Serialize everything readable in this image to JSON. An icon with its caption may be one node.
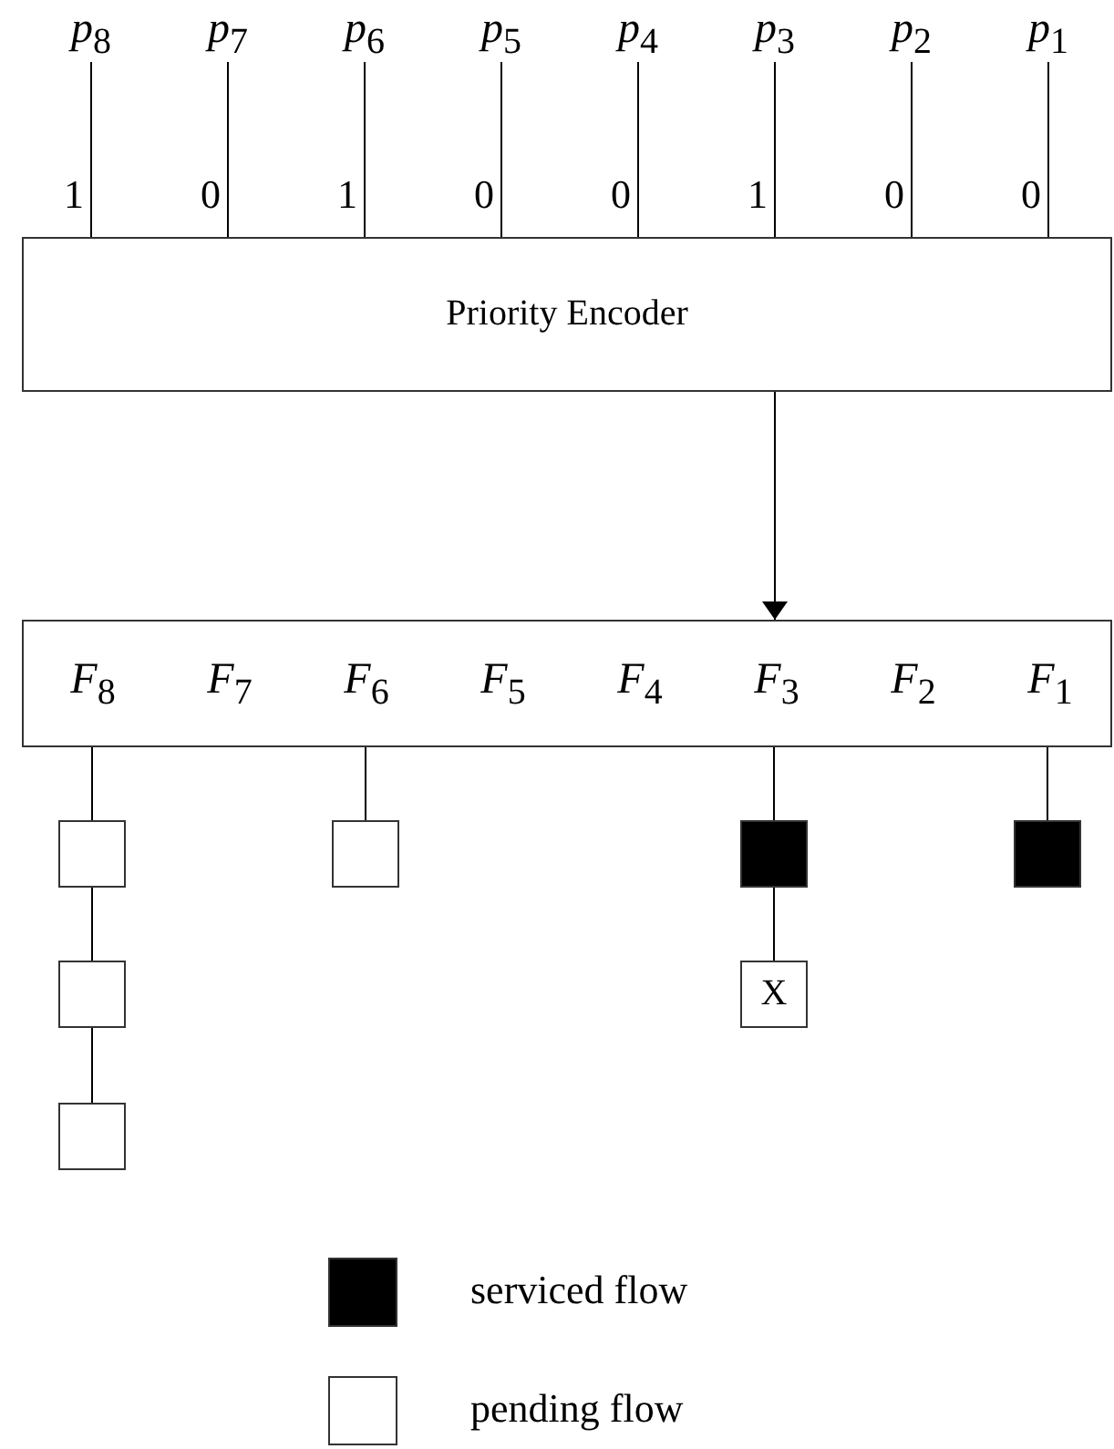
{
  "diagram": {
    "nodes": [
      {
        "text": [
          "*p*$_{8}$"
        ]
      },
      {
        "text": [
          "*p*$_{7}$"
        ]
      },
      {
        "text": [
          "*p*$_{6}$"
        ]
      },
      {
        "text": [
          "*p*$_{5}$"
        ]
      },
      {
        "text": [
          "*p*$_{4}$"
        ]
      },
      {
        "text": [
          "*p*$_{3}$"
        ]
      },
      {
        "text": [
          "*p*$_{2}$"
        ]
      },
      {
        "text": [
          "*p*$_{1}$"
        ]
      },
      {
        "text": [
          "Priority Encoder"
        ]
      },
      {
        "text": [],
        "shape": "box"
      },
      {
        "text": [
          "*F*$_{8}$"
        ],
        "in": 9
      },
      {
        "text": [
          "*F*$_{7}$"
        ],
        "in": 9
      },
      {
        "text": [
          "*F*$_{6}$"
        ],
        "in": 9
      },
      {
        "text": [
          "*F*$_{5}$"
        ],
        "in": 9
      },
      {
        "text": [
          "*F*$_{4}$"
        ],
        "in": 9
      },
      {
        "text": [
          "*F*$_{3}$"
        ],
        "in": 9
      },
      {
        "text": [
          "*F*$_{2}$"
        ],
        "in": 9
      },
      {
        "text": [
          "*F*$_{1}$"
        ],
        "in": 9
      },
      {
        "text": [],
        "shape": "box"
      },
      {
        "text": [],
        "shape": "box"
      },
      {
        "text": [],
        "shape": "box"
      },
      {
        "text": [],
        "shape": "box"
      },
      {
        "text": [],
        "shape": "box"
      },
      {
        "text": [
          "X"
        ]
      },
      {
        "text": [],
        "shape": "box"
      }
    ],
    "edges": [
      {
        "from": 0,
        "to": 8,
        "arrow": "none",
        "label": "1"
      },
      {
        "from": 1,
        "to": 8,
        "arrow": "none",
        "label": "0"
      },
      {
        "from": 2,
        "to": 8,
        "arrow": "none",
        "label": "1"
      },
      {
        "from": 3,
        "to": 8,
        "arrow": "none",
        "label": "0"
      },
      {
        "from": 4,
        "to": 8,
        "arrow": "none",
        "label": "0"
      },
      {
        "from": 5,
        "to": 8,
        "arrow": "none",
        "label": "1"
      },
      {
        "from": 6,
        "to": 8,
        "arrow": "none",
        "label": "0"
      },
      {
        "from": 7,
        "to": 8,
        "arrow": "none",
        "label": "0"
      },
      {
        "from": 8,
        "to": 15,
        "arrow": "to"
      },
      {
        "from": 10,
        "to": 18,
        "arrow": "none"
      },
      {
        "from": 18,
        "to": 22,
        "arrow": "none"
      },
      {
        "from": 22,
        "to": 24,
        "arrow": "none"
      },
      {
        "from": 12,
        "to": 19,
        "arrow": "none"
      },
      {
        "from": 15,
        "to": 20,
        "arrow": "none"
      },
      {
        "from": 20,
        "to": 23,
        "arrow": "none"
      },
      {
        "from": 17,
        "to": 21,
        "arrow": "none"
      }
    ],
    "legend": [
      {
        "text": "serviced flow",
        "color": "#000000"
      },
      {
        "text": "pending flow",
        "color": "#ffffff"
      }
    ]
  }
}
